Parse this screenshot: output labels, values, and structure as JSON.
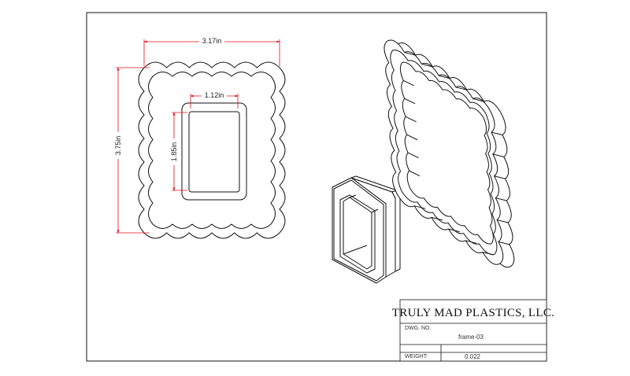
{
  "dimensions": {
    "outer_width": "3.17in",
    "outer_height": "3.75in",
    "inner_width": "1.12in",
    "inner_height": "1.85in"
  },
  "title_block": {
    "company": "TRULY MAD PLASTICS, LLC.",
    "dwg_no_label": "DWG.  NO.",
    "dwg_no_value": "frame-03",
    "weight_label": "WEIGHT:",
    "weight_value": "0.022"
  },
  "colors": {
    "line": "#111111",
    "dimension": "#e0101a"
  }
}
